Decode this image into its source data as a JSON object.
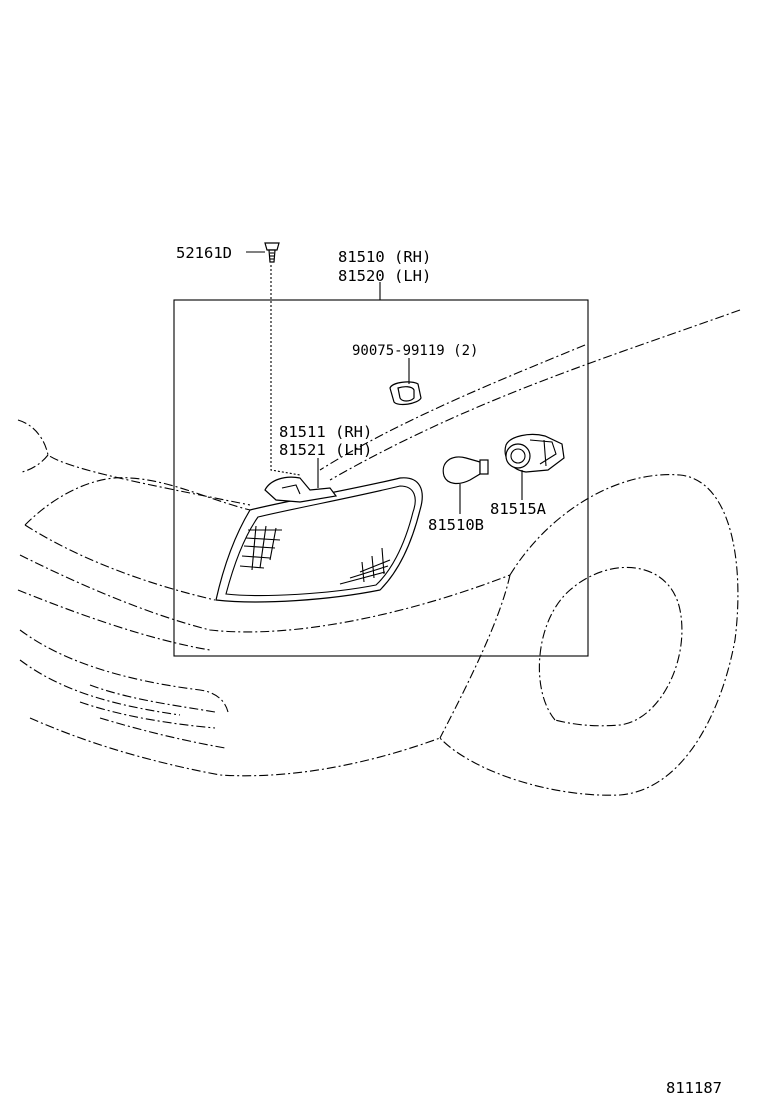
{
  "diagram": {
    "labels": {
      "screw_part": "52161D",
      "assembly_rh": "81510 (RH)",
      "assembly_lh": "81520 (LH)",
      "clip_part": "90075-99119 (2)",
      "lens_rh": "81511 (RH)",
      "lens_lh": "81521 (LH)",
      "bulb_part": "81510B",
      "socket_part": "81515A"
    },
    "figure_id": "811187"
  }
}
